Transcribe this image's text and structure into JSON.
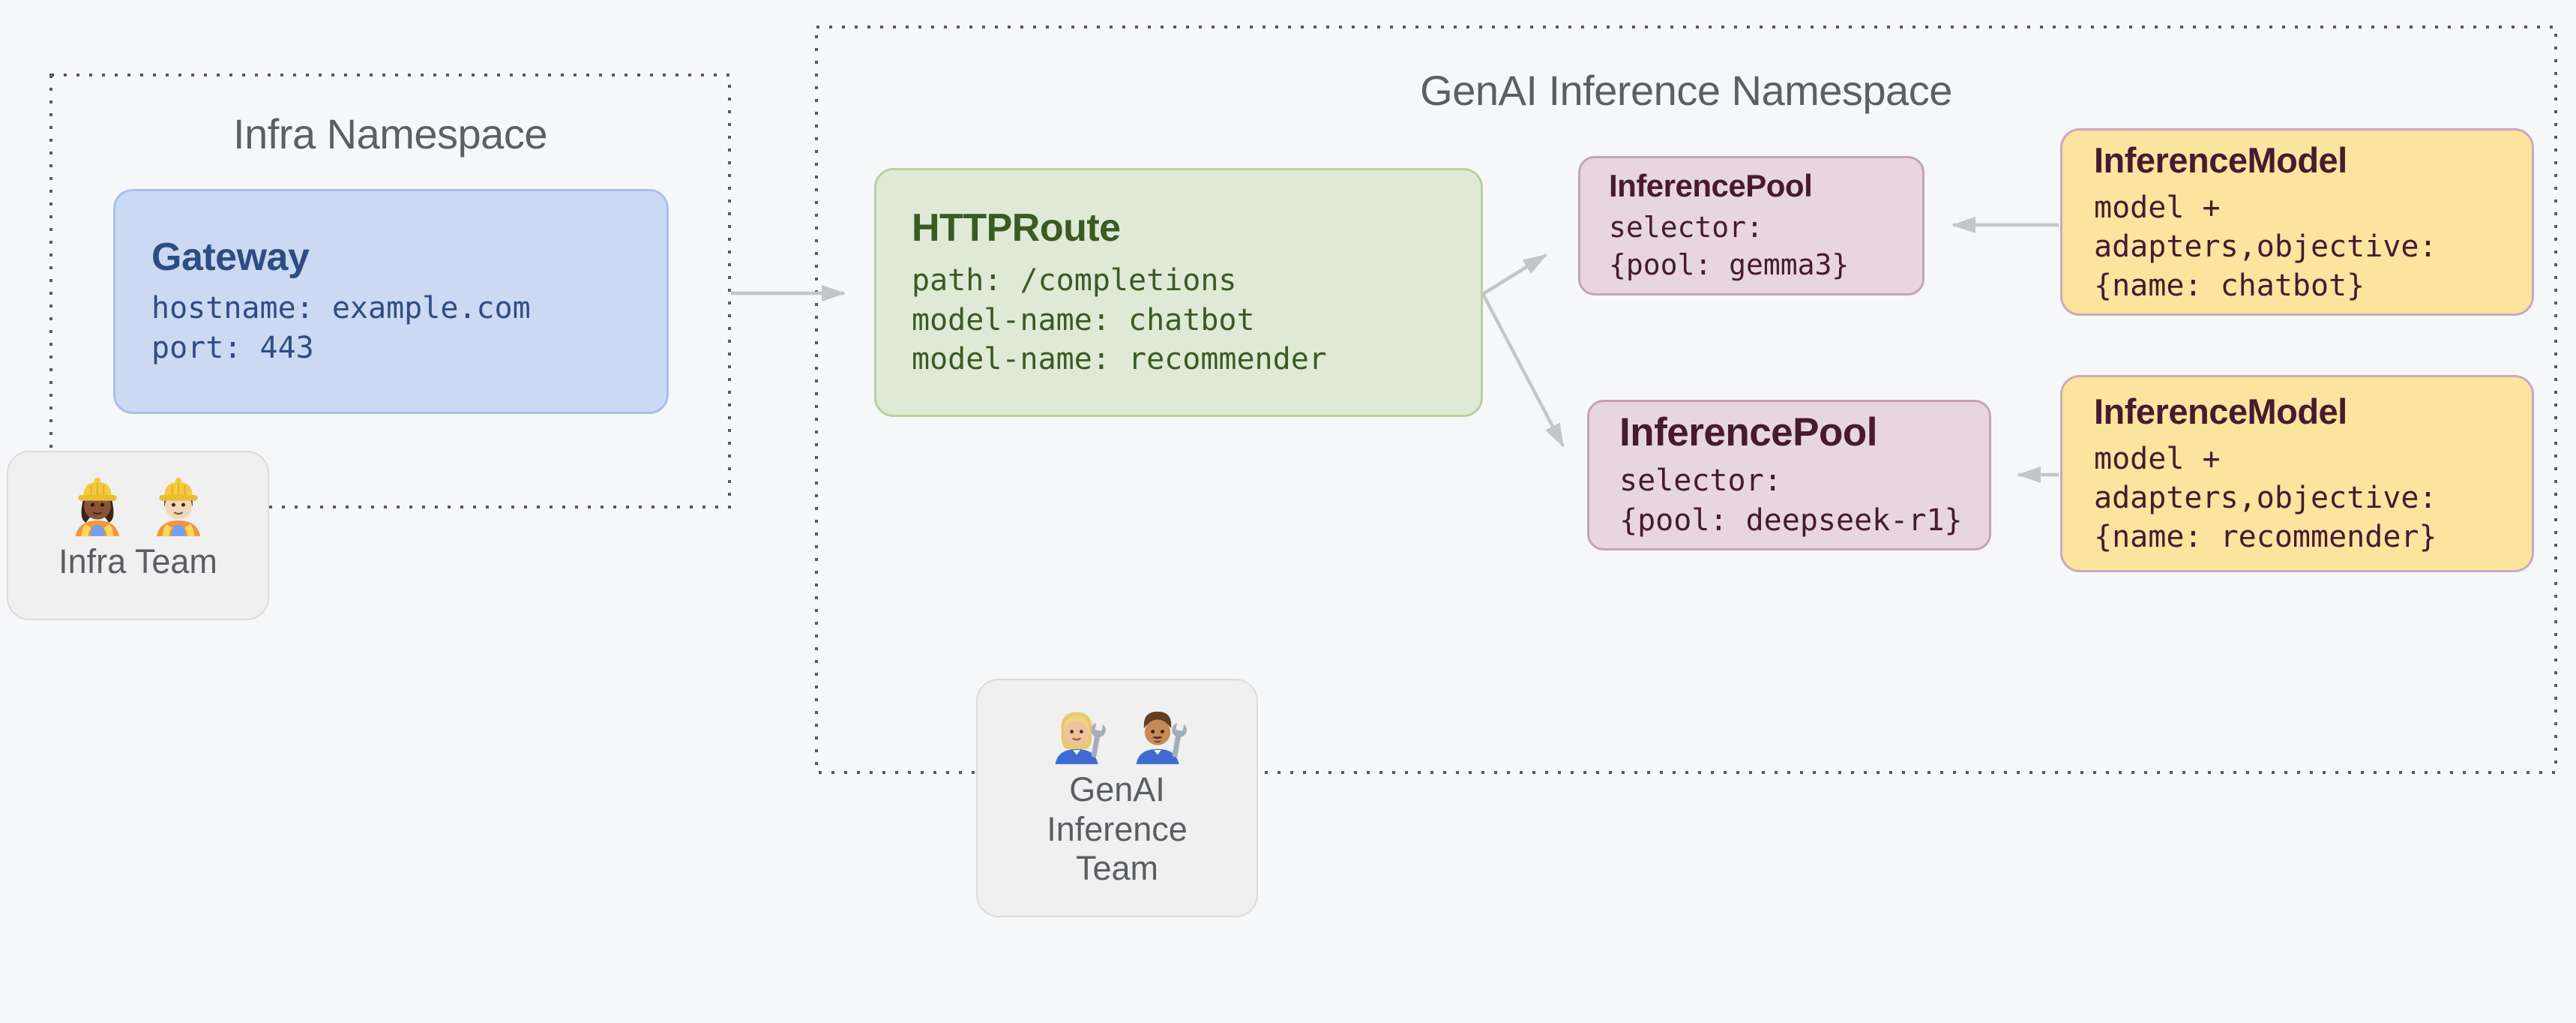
{
  "background_color": "#f6f7f9",
  "infra_namespace": {
    "title": "Infra Namespace",
    "gateway": {
      "title": "Gateway",
      "lines": [
        "hostname: example.com",
        "port: 443"
      ]
    },
    "team": {
      "label": "Infra Team",
      "members": [
        "woman-construction-worker",
        "man-construction-worker"
      ]
    }
  },
  "genai_namespace": {
    "title": "GenAI Inference Namespace",
    "httproute": {
      "title": "HTTPRoute",
      "lines": [
        "path: /completions",
        "model-name: chatbot",
        "model-name: recommender"
      ]
    },
    "inference_pools": [
      {
        "title": "InferencePool",
        "lines": [
          "selector:",
          "{pool: gemma3}"
        ]
      },
      {
        "title": "InferencePool",
        "lines": [
          "selector:",
          "{pool: deepseek-r1}"
        ]
      }
    ],
    "inference_models": [
      {
        "title": "InferenceModel",
        "lines": [
          "model +",
          "adapters,objective:",
          "{name: chatbot}"
        ]
      },
      {
        "title": "InferenceModel",
        "lines": [
          "model +",
          "adapters,objective:",
          "{name: recommender}"
        ]
      }
    ],
    "team": {
      "label_lines": [
        "GenAI",
        "Inference",
        "Team"
      ],
      "members": [
        "woman-mechanic",
        "man-mechanic"
      ]
    }
  },
  "colors": {
    "gateway_fill": "#ccd9f2",
    "gateway_border": "#a9bfe9",
    "gateway_text": "#2e4d82",
    "httproute_fill": "#dfead6",
    "httproute_border": "#b4d0a0",
    "httproute_text": "#3a5b24",
    "pool_fill": "#e7d6de",
    "pool_border": "#c4a3b4",
    "pool_text": "#471a30",
    "model_fill": "#fbe49e",
    "model_border": "#c9a8bd",
    "model_text": "#471a30",
    "namespace_border": "#59595b",
    "namespace_title": "#5c5f63",
    "team_fill": "#f0f0f1",
    "team_border": "#dcdcde",
    "team_text": "#5a5e63",
    "arrow": "#c2c5c9"
  }
}
